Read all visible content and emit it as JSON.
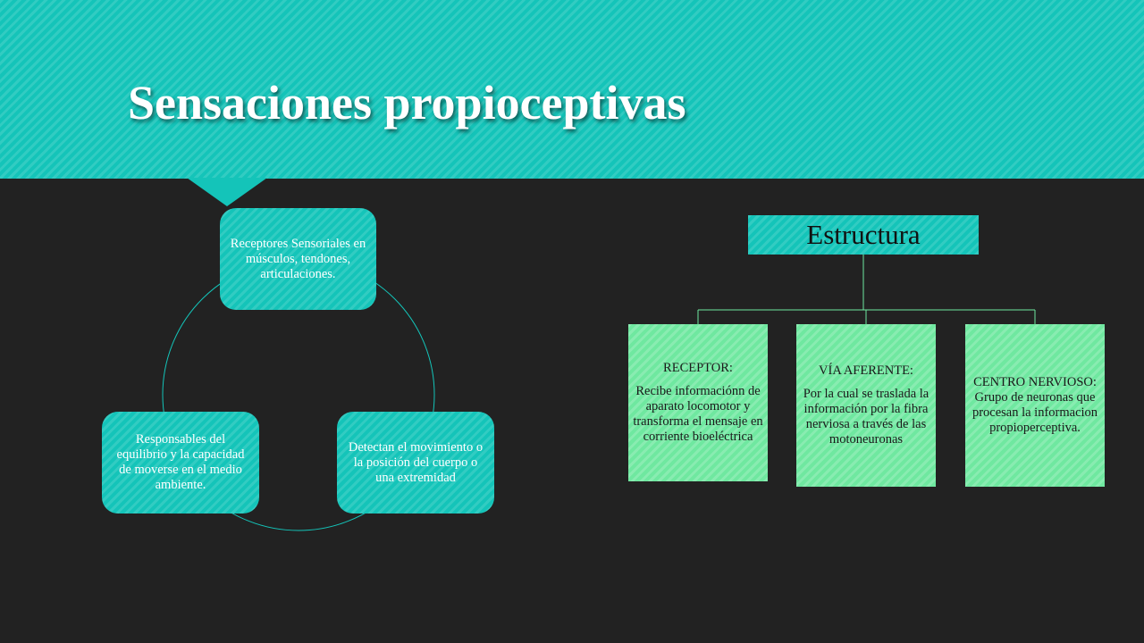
{
  "slide": {
    "title": "Sensaciones propioceptivas"
  },
  "cycle": {
    "nodes": [
      {
        "text": "Receptores Sensoriales en músculos, tendones, articulaciones."
      },
      {
        "text": "Detectan el movimiento o la posición del cuerpo o una extremidad"
      },
      {
        "text": "Responsables del equilibrio y la capacidad de moverse en el medio ambiente."
      }
    ]
  },
  "structure": {
    "root": "Estructura",
    "children": [
      {
        "title": "RECEPTOR:",
        "body": "Recibe informaciónn de aparato locomotor y transforma el mensaje en corriente bioeléctrica"
      },
      {
        "title": "VÍA AFERENTE:",
        "body": "Por la cual se traslada la información por la fibra nerviosa a través de las motoneuronas"
      },
      {
        "title": "",
        "body": "CENTRO NERVIOSO: Grupo de neuronas que procesan la informacion propioperceptiva."
      }
    ]
  },
  "colors": {
    "background": "#222222",
    "accent": "#14c4b9",
    "leaf": "#6fe8a0",
    "connector": "#6fe8a0"
  }
}
